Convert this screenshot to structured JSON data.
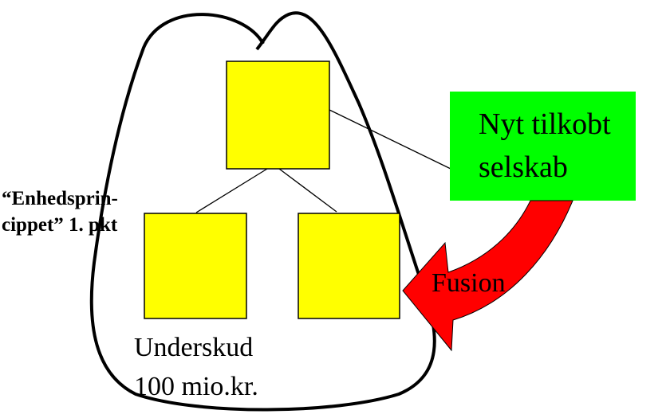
{
  "colors": {
    "yellow_box": "#ffff00",
    "green_box": "#00ff00",
    "red_arrow": "#ff0000",
    "outline": "#000000"
  },
  "new_company": {
    "line1": "Nyt tilkobt",
    "line2": "selskab"
  },
  "principle_note": {
    "line1": "“Enhedsprin-",
    "line2": "cippet” 1. pkt"
  },
  "deficit": {
    "line1": "Underskud",
    "line2": "100 mio.kr."
  },
  "merger_label": "Fusion"
}
